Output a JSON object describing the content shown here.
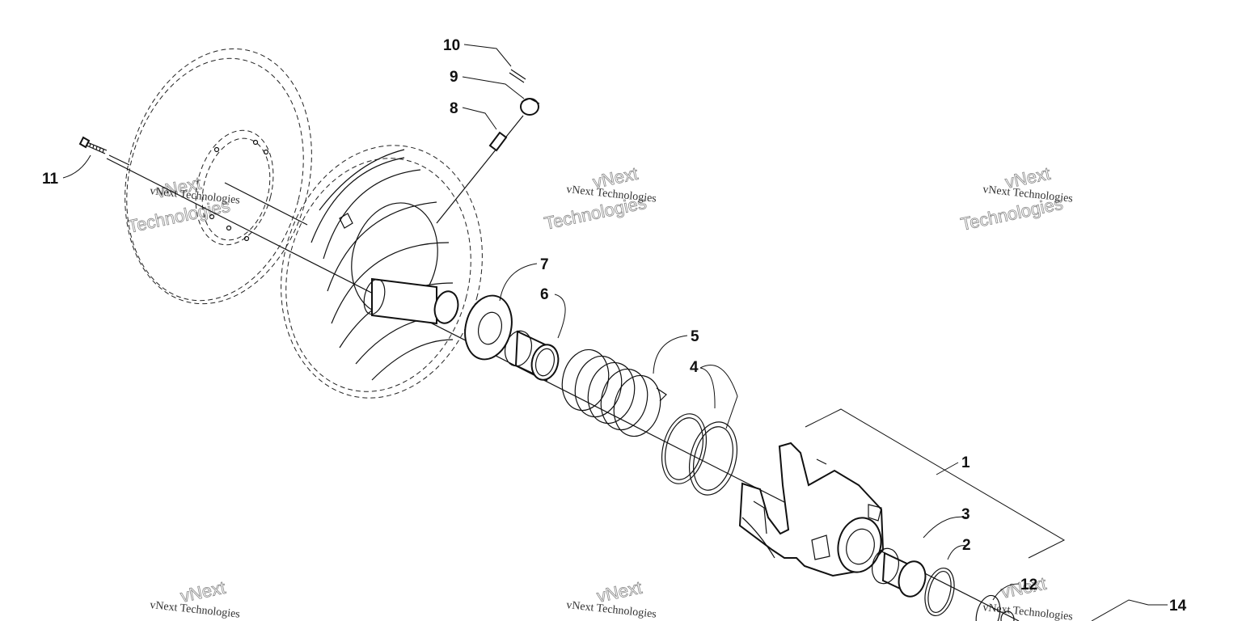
{
  "callouts": [
    {
      "id": "c1",
      "text": "1"
    },
    {
      "id": "c2",
      "text": "2"
    },
    {
      "id": "c3",
      "text": "3"
    },
    {
      "id": "c4",
      "text": "4"
    },
    {
      "id": "c5",
      "text": "5"
    },
    {
      "id": "c6",
      "text": "6"
    },
    {
      "id": "c7",
      "text": "7"
    },
    {
      "id": "c8",
      "text": "8"
    },
    {
      "id": "c9",
      "text": "9"
    },
    {
      "id": "c10",
      "text": "10"
    },
    {
      "id": "c11",
      "text": "11"
    },
    {
      "id": "c12",
      "text": "12"
    },
    {
      "id": "c14",
      "text": "14"
    }
  ],
  "watermark": {
    "company": "vNext Technologies",
    "big_line1": "vNext",
    "big_line2": "Technologies"
  }
}
